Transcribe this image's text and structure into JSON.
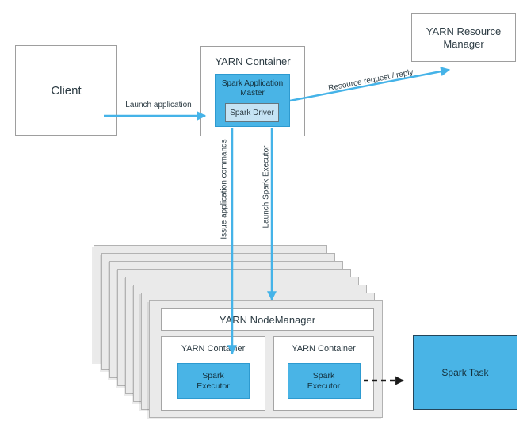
{
  "diagram": {
    "client": {
      "label": "Client"
    },
    "yarn_container_top": {
      "label": "YARN Container"
    },
    "spark_app_master": {
      "label": "Spark Application Master"
    },
    "spark_driver": {
      "label": "Spark Driver"
    },
    "yarn_resource_manager": {
      "label": "YARN Resource Manager"
    },
    "arrows": {
      "launch_application": "Launch application",
      "resource_request": "Resource request / reply",
      "issue_commands": "Issue application commands",
      "launch_executor": "Launch Spark Executor"
    },
    "node_manager_stack": {
      "layers": 8,
      "node_manager_label": "YARN NodeManager",
      "containers": [
        {
          "label": "YARN Container",
          "executor": "Spark Executor"
        },
        {
          "label": "YARN Container",
          "executor": "Spark Executor"
        }
      ]
    },
    "spark_task": {
      "label": "Spark Task"
    },
    "colors": {
      "accent_blue": "#49b4e6",
      "light_blue": "#c5e3f4",
      "arrow_blue": "#45b3e8",
      "stack_gray": "#eaeaea"
    }
  }
}
